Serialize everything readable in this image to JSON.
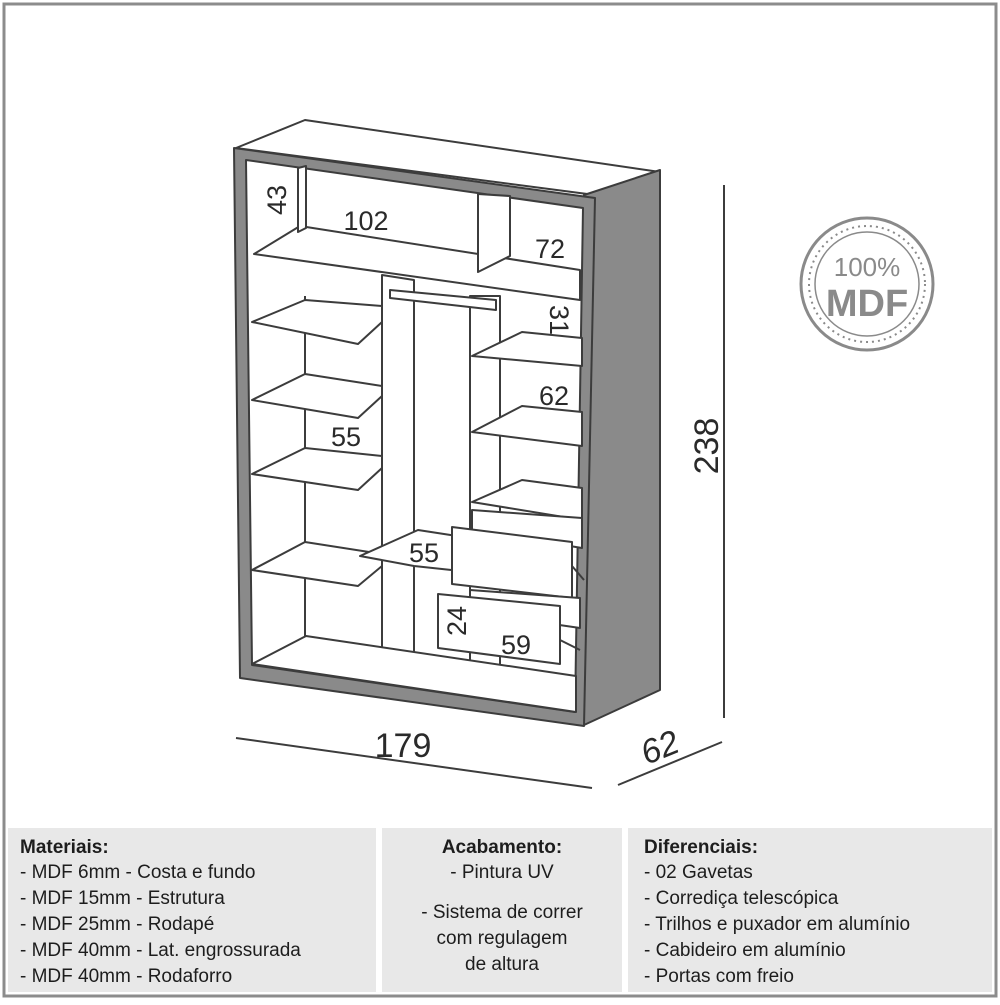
{
  "drawing": {
    "dimensions": {
      "top_left_height": "43",
      "top_middle_width": "102",
      "top_right_width": "72",
      "right_upper_gap": "31",
      "right_shelf_gap": "62",
      "left_shelf_gap": "55",
      "center_shelf_width": "55",
      "drawer_height": "24",
      "drawer_width": "59",
      "total_width": "179",
      "total_depth": "62",
      "total_height": "238"
    },
    "badge": {
      "percent": "100%",
      "material": "MDF"
    },
    "colors": {
      "outline": "#3c3c3c",
      "side_panel": "#8a8a8a",
      "badge_ring": "#8a8a8a",
      "panel_background": "#e8e8e8"
    }
  },
  "specs": {
    "materiais": {
      "heading": "Materiais:",
      "items": [
        "- MDF 6mm - Costa e fundo",
        "- MDF 15mm - Estrutura",
        "- MDF 25mm - Rodapé",
        "- MDF 40mm - Lat. engrossurada",
        "- MDF 40mm - Rodaforro"
      ]
    },
    "acabamento": {
      "heading": "Acabamento:",
      "item1": "- Pintura UV",
      "item2_line1": "- Sistema de correr",
      "item2_line2": "com regulagem",
      "item2_line3": "de altura"
    },
    "diferenciais": {
      "heading": "Diferenciais:",
      "items": [
        "- 02 Gavetas",
        "- Corrediça telescópica",
        "- Trilhos e puxador em alumínio",
        "- Cabideiro em alumínio",
        "- Portas com freio"
      ]
    }
  }
}
